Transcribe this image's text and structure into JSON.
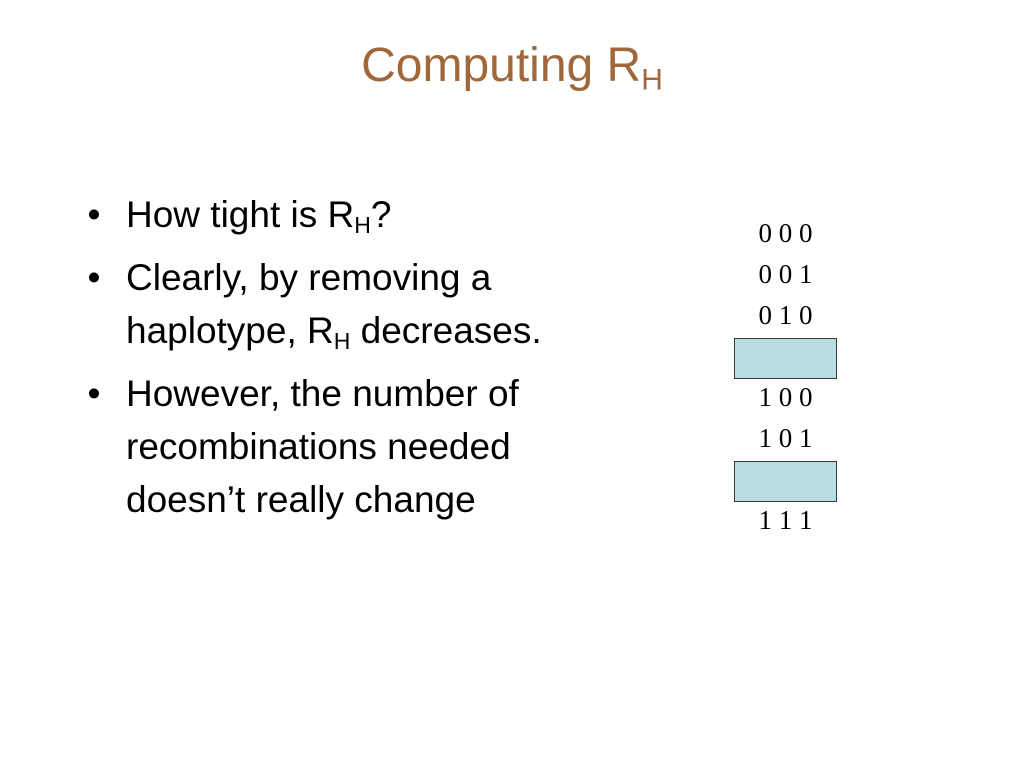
{
  "slide": {
    "title_main": "Computing R",
    "title_sub": "H"
  },
  "bullets": [
    {
      "parts": [
        "How tight is R",
        "H",
        "?"
      ]
    },
    {
      "parts": [
        "Clearly, by removing a haplotype, R",
        "H",
        " decreases."
      ]
    },
    {
      "text": "However, the number of recombinations needed doesn’t really change"
    }
  ],
  "bullet_symbol": "•",
  "haplotypes": {
    "rows": [
      "0 0 0",
      "0 0 1",
      "0 1 0",
      "1 0 0",
      "1 0 1",
      "1 1 1"
    ],
    "removed_box_color": "#b7dde1"
  }
}
